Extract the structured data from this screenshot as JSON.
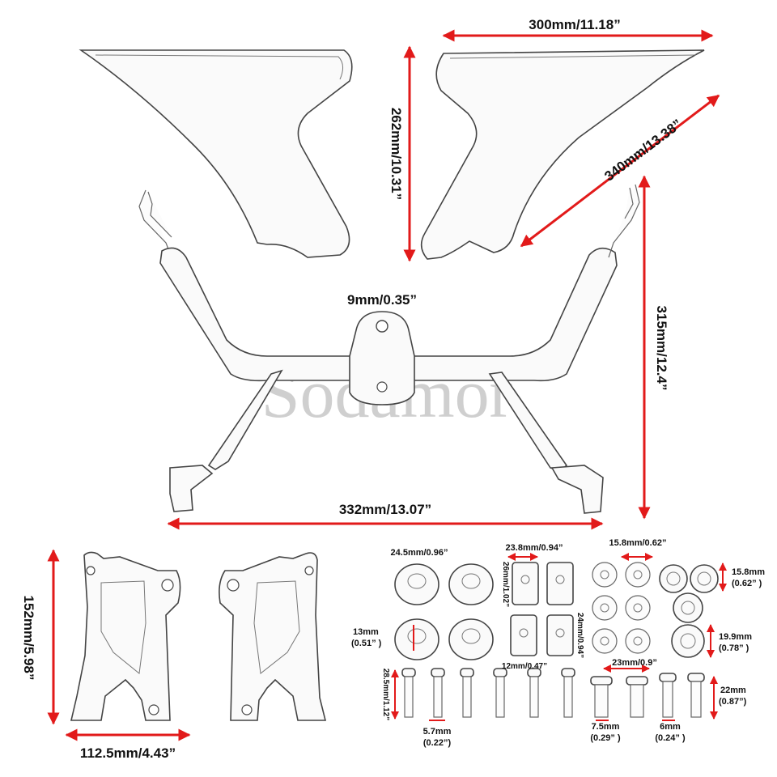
{
  "watermark": "Sodamor",
  "colors": {
    "dimension_arrow": "#e21a1a",
    "part_outline": "#444444",
    "background": "#ffffff"
  },
  "dimensions": {
    "panel_width": "300mm/11.18”",
    "panel_height": "262mm/10.31”",
    "panel_diagonal": "340mm/13.38”",
    "bracket_height": "315mm/12.4”",
    "mount_hole": "9mm/0.35”",
    "bracket_width": "332mm/13.07”",
    "plate_height": "152mm/5.98”",
    "plate_width": "112.5mm/4.43”"
  },
  "hardware": {
    "grommet_large": "24.5mm/0.96”",
    "clip_nut_width": "23.8mm/0.94”",
    "clip_nut_height_a": "26mm/1.02”",
    "clip_nut_height_b": "24mm/0.94”",
    "clip_nut_base": "12mm/0.47”",
    "washer_small_row": "15.8mm/0.62”",
    "washer_right_small_mm": "15.8mm",
    "washer_right_small_in": "(0.62” )",
    "washer_right_large_mm": "19.9mm",
    "washer_right_large_in": "(0.78” )",
    "grommet_inner_mm": "13mm",
    "grommet_inner_in": "(0.51” )",
    "bolt_long_length": "28.5mm/1.12”",
    "bolt_long_dia_mm": "5.7mm",
    "bolt_long_dia_in": "(0.22”)",
    "bolt_short_width": "23mm/0.9”",
    "bolt_short_dia_mm": "7.5mm",
    "bolt_short_dia_in": "(0.29” )",
    "bolt_fine_dia_mm": "6mm",
    "bolt_fine_dia_in": "(0.24” )",
    "bolt_fine_length_mm": "22mm",
    "bolt_fine_length_in": "(0.87”)"
  }
}
